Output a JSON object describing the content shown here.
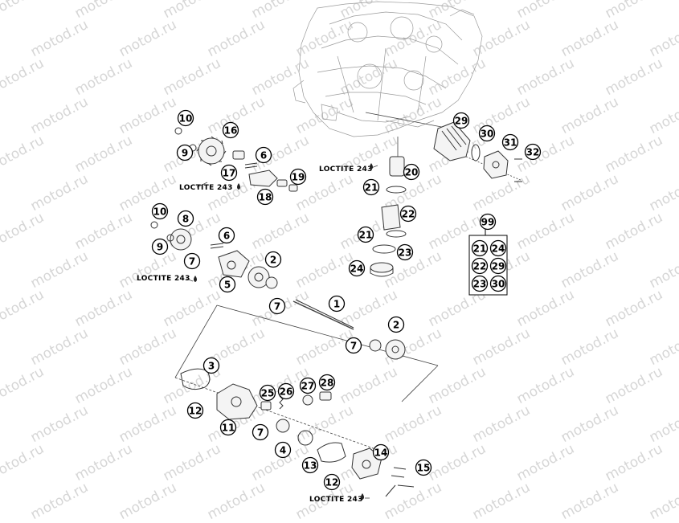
{
  "watermark": "motod.ru",
  "callouts": [
    "1",
    "2",
    "2",
    "3",
    "4",
    "5",
    "6",
    "6",
    "7",
    "7",
    "7",
    "7",
    "8",
    "9",
    "9",
    "10",
    "10",
    "11",
    "12",
    "12",
    "13",
    "14",
    "15",
    "16",
    "17",
    "18",
    "19",
    "20",
    "21",
    "21",
    "22",
    "23",
    "24",
    "25",
    "26",
    "27",
    "28",
    "29",
    "30",
    "31",
    "32",
    "99"
  ],
  "kit": {
    "label": "99",
    "items": [
      "21",
      "24",
      "22",
      "29",
      "23",
      "30"
    ]
  },
  "loctite_label": "LOCTITE 243"
}
